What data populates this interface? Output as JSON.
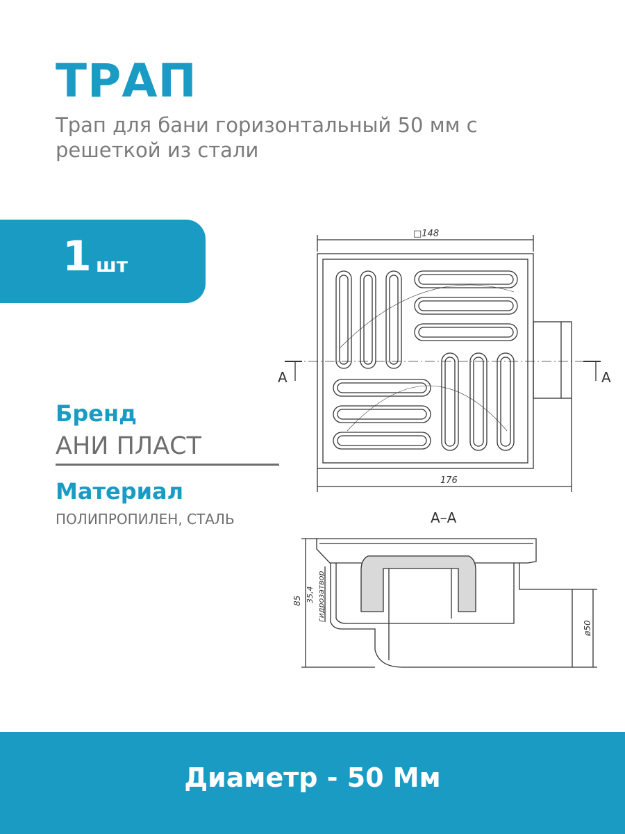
{
  "header": {
    "title": "ТРАП",
    "subtitle": "Трап для бани горизонтальный 50 мм с решеткой из стали"
  },
  "quantity": {
    "number": "1",
    "unit": "шт"
  },
  "specs": {
    "brand_label": "Бренд",
    "brand_value": "АНИ ПЛАСТ",
    "material_label": "Материал",
    "material_value": "ПОЛИПРОПИЛЕН, СТАЛЬ"
  },
  "drawing": {
    "top_dim": "□148",
    "width_dim": "176",
    "section_marker": "А",
    "section_title": "А–А",
    "height_dim": "85",
    "seal_dim": "35,4",
    "seal_label": "гидрозатвор",
    "outlet_dim": "ø50"
  },
  "footer": {
    "text": "Диаметр - 50 Мм"
  },
  "colors": {
    "accent": "#1a9bc4",
    "text_gray": "#6e6e6e",
    "subtitle_gray": "#7b7b7b"
  }
}
